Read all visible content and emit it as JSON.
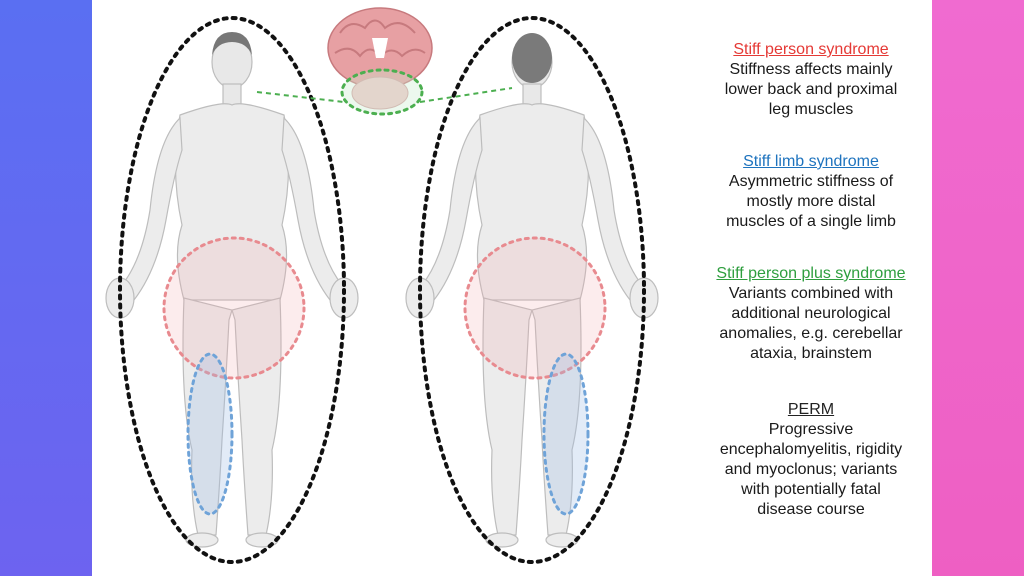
{
  "colors": {
    "left_band": "#5a6ff2",
    "right_band": "#f06bd0",
    "sps": "#e53935",
    "sls": "#1e73be",
    "spps": "#2e9e3e",
    "perm": "#222222"
  },
  "legend": [
    {
      "title": "Stiff person syndrome",
      "color": "#e53935",
      "lines": [
        "Stiffness affects mainly",
        "lower back and proximal",
        "leg muscles"
      ]
    },
    {
      "title": "Stiff limb syndrome",
      "color": "#1e73be",
      "lines": [
        "Asymmetric stiffness of",
        "mostly more distal",
        "muscles of a single limb"
      ]
    },
    {
      "title": "Stiff person plus syndrome",
      "color": "#2e9e3e",
      "lines": [
        "Variants combined with",
        "additional neurological",
        "anomalies, e.g. cerebellar",
        "ataxia, brainstem"
      ]
    },
    {
      "title": "PERM",
      "color": "#222222",
      "lines": [
        "Progressive",
        "encephalomyelitis, rigidity",
        "and myoclonus; variants",
        "with potentially fatal",
        "disease course"
      ]
    }
  ],
  "icons": [
    "human-front-figure-icon",
    "human-back-figure-icon",
    "brain-icon"
  ]
}
